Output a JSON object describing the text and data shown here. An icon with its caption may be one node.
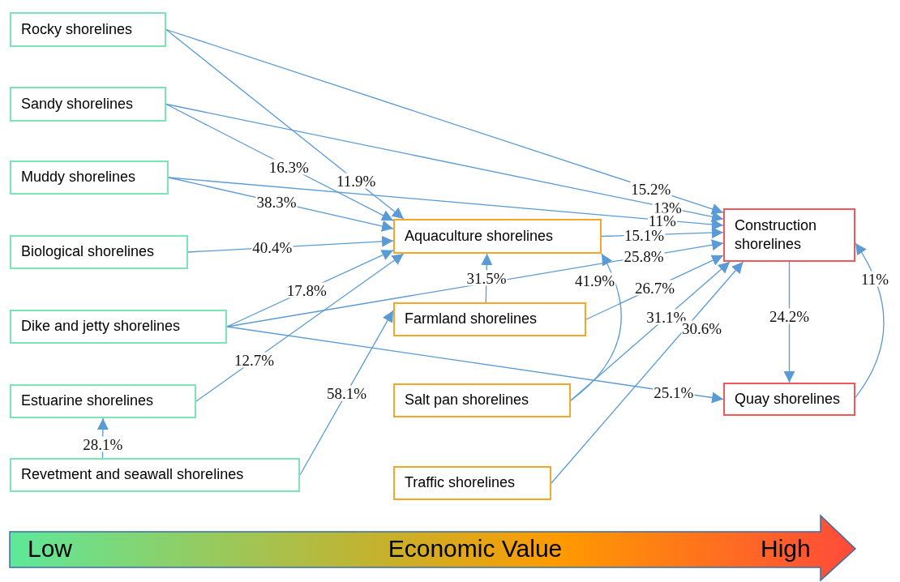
{
  "diagram": {
    "nodes": [
      {
        "text": [
          "Rocky shorelines"
        ]
      },
      {
        "text": [
          "Sandy shorelines"
        ]
      },
      {
        "text": [
          "Muddy shorelines"
        ]
      },
      {
        "text": [
          "Biological shorelines"
        ]
      },
      {
        "text": [
          "Dike and jetty shorelines"
        ]
      },
      {
        "text": [
          "Estuarine shorelines"
        ]
      },
      {
        "text": [
          "Revetment and seawall shorelines"
        ]
      },
      {
        "text": [
          "Aquaculture shorelines"
        ]
      },
      {
        "text": [
          "Farmland shorelines"
        ]
      },
      {
        "text": [
          "Salt pan shorelines"
        ]
      },
      {
        "text": [
          "Traffic shorelines"
        ]
      },
      {
        "text": [
          "Construction shorelines"
        ]
      },
      {
        "text": [
          "Quay shorelines"
        ]
      }
    ],
    "edges": [
      {
        "from": 0,
        "to": 7,
        "arrow": "to",
        "label": "11.9%"
      },
      {
        "from": 0,
        "to": 11,
        "arrow": "to",
        "label": "15.2%"
      },
      {
        "from": 1,
        "to": 7,
        "arrow": "to",
        "label": "16.3%"
      },
      {
        "from": 1,
        "to": 11,
        "arrow": "to",
        "label": "13%"
      },
      {
        "from": 2,
        "to": 7,
        "arrow": "to",
        "label": "38.3%"
      },
      {
        "from": 2,
        "to": 11,
        "arrow": "to",
        "label": "11%"
      },
      {
        "from": 3,
        "to": 7,
        "arrow": "to",
        "label": "40.4%"
      },
      {
        "from": 4,
        "to": 7,
        "arrow": "to",
        "label": "17.8%"
      },
      {
        "from": 4,
        "to": 11,
        "arrow": "to",
        "label": "25.8%"
      },
      {
        "from": 4,
        "to": 12,
        "arrow": "to",
        "label": "25.1%"
      },
      {
        "from": 5,
        "to": 7,
        "arrow": "to",
        "label": "12.7%"
      },
      {
        "from": 6,
        "to": 5,
        "arrow": "to",
        "label": "28.1%"
      },
      {
        "from": 6,
        "to": 8,
        "arrow": "to",
        "label": "58.1%"
      },
      {
        "from": 7,
        "to": 11,
        "arrow": "to",
        "label": "15.1%"
      },
      {
        "from": 8,
        "to": 7,
        "arrow": "to",
        "label": "31.5%"
      },
      {
        "from": 8,
        "to": 11,
        "arrow": "to",
        "label": "26.7%"
      },
      {
        "from": 9,
        "to": 11,
        "arrow": "to",
        "label": "31.1%"
      },
      {
        "from": 9,
        "to": 7,
        "arrow": "to",
        "label": "41.9%"
      },
      {
        "from": 10,
        "to": 11,
        "arrow": "to",
        "label": "30.6%"
      },
      {
        "from": 11,
        "to": 12,
        "arrow": "to",
        "label": "24.2%"
      },
      {
        "from": 12,
        "to": 11,
        "arrow": "to",
        "label": "11%"
      }
    ],
    "labels": [
      "Low",
      "Economic Value",
      "High"
    ]
  }
}
